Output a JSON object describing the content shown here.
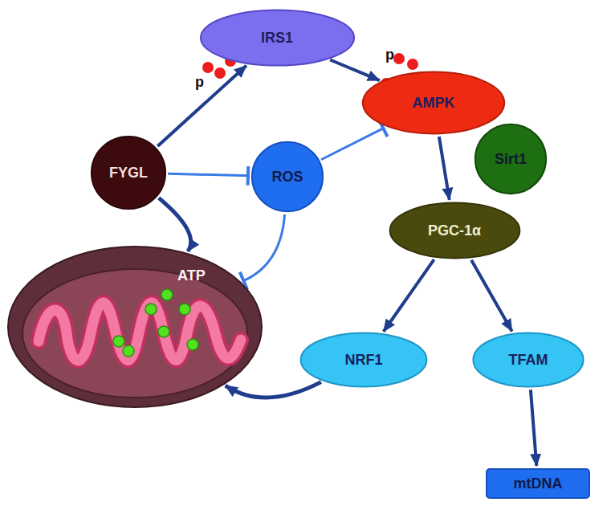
{
  "diagram": {
    "nodes": [
      {
        "text": [
          "IRS1"
        ]
      },
      {
        "text": [
          "AMPK"
        ]
      },
      {
        "text": [
          "FYGL"
        ]
      },
      {
        "text": [
          "ROS"
        ]
      },
      {
        "text": [
          "Sirt1"
        ]
      },
      {
        "text": [
          "PGC-1α"
        ]
      },
      {
        "text": [
          "ATP"
        ]
      },
      {
        "text": [
          "NRF1"
        ]
      },
      {
        "text": [
          "TFAM"
        ]
      },
      {
        "text": [
          "mtDNA"
        ]
      }
    ],
    "edges": [
      {
        "from": 2,
        "to": 0,
        "arrow": "to"
      },
      {
        "from": 0,
        "to": 1,
        "arrow": "to"
      },
      {
        "from": 2,
        "to": 3,
        "arrow": "to"
      },
      {
        "from": 3,
        "to": 1,
        "arrow": "to"
      },
      {
        "from": 2,
        "to": 6,
        "arrow": "to"
      },
      {
        "from": 3,
        "to": 6,
        "arrow": "to"
      },
      {
        "from": 1,
        "to": 5,
        "arrow": "to"
      },
      {
        "from": 5,
        "to": 7,
        "arrow": "to"
      },
      {
        "from": 5,
        "to": 8,
        "arrow": "to"
      },
      {
        "from": 7,
        "to": 6,
        "arrow": "to"
      },
      {
        "from": 8,
        "to": 9,
        "arrow": "to"
      }
    ],
    "labels": [
      "p",
      "p"
    ]
  }
}
